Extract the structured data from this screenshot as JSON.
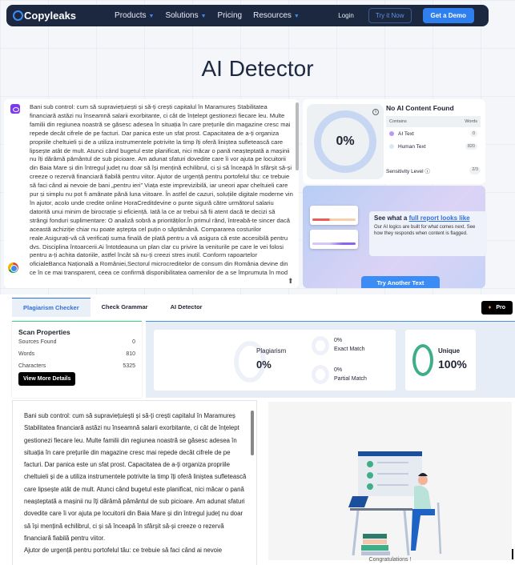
{
  "nav": {
    "logo": "Copyleaks",
    "links": [
      "Products",
      "Solutions",
      "Pricing",
      "Resources"
    ],
    "login": "Login",
    "try": "Try it Now",
    "demo": "Get a Demo"
  },
  "page_title": "AI Detector",
  "ai_input_text": "Bani sub control: cum să supraviețuiești și să-ți crești capitalul în Maramureș Stabilitatea financiară astăzi nu înseamnă salarii exorbitante, ci cât de înțelept gestionezi fiecare leu. Multe familii din regiunea noastră se găsesc adesea în situația în care prețurile din magazine cresc mai repede decât cifrele de pe facturi. Dar panica este un sfat prost. Capacitatea de a-ți organiza propriile cheltuieli și de a utiliza instrumentele potrivite la timp îți oferă liniștea sufletească care lipsește atât de mult. Atunci când bugetul este planificat, nici măcar o pană neașteptată a mașinii nu îți dărâmă pământul de sub picioare. Am adunat sfaturi dovedite care îi vor ajuta pe locuitorii din Baia Mare și din întregul județ nu doar să își mențină echilibrul, ci și să înceapă în sfârșit să-și creeze o rezervă financiară fiabilă pentru viitor. Ajutor de urgență pentru portofelul tău: ce trebuie să faci când ai nevoie de bani „pentru ieri” Viața este imprevizibilă, iar uneori apar cheltuieli care pur și simplu nu pot fi amânate până luna viitoare. În astfel de cazuri, soluțiile digitale moderne vin în ajutor, acolo unde credite online HoraCreditdevine o punte sigură către următorul salariu datorită unui minim de birocrație și eficiență. Iată la ce ar trebui să fii atent dacă te decizi să strângi fonduri suplimentare: O analiză sobră a priorităților.În primul rând, întreabă-te sincer dacă această achiziție chiar nu poate aștepta cel puțin o săptămână. Compararea costurilor reale.Asigurați-vă că verificați suma finală de plată pentru a vă asigura că este accesibilă pentru dvs. Disciplina întoarcerii.Ai întotdeauna un plan clar cu privire la veniturile pe care le vei folosi pentru a-ți achita datoriile, astfel încât să nu-ți creezi stres inutil. Conform rapoartelor oficialeBanca Națională a României,Sectorul microcreditelor de consum din România devine din ce în ce mai transparent, ceea ce confirmă disponibilitatea oamenilor de a se împrumuta în mod responsabil. O abordare inteligentă a creditării vă permite să vă mențineți reputația în fața băncilor și să rezolvați rapid problemele cotidiene. Cum să-ți „îmblânzești”",
  "ai_result": {
    "percent": "0%",
    "heading": "No AI Content Found",
    "col_contains": "Contains",
    "col_words": "Words",
    "ai_text_label": "AI Text",
    "ai_text_words": "0",
    "human_text_label": "Human Text",
    "human_text_words": "820",
    "sensitivity_label": "Sensitivity Level",
    "sensitivity_value": "2/3",
    "colors": {
      "ai": "#b79cf0",
      "human": "#dde6f7"
    }
  },
  "promo": {
    "title_prefix": "See what a ",
    "title_link": "full report looks like",
    "body": "Our AI logics are built for what comes next. See how they responds when content is flagged.",
    "button": "Try Another Text"
  },
  "tabs": [
    "Plagiarism Checker",
    "Check Grammar",
    "AI Detector"
  ],
  "pro": "Pro",
  "scan": {
    "title": "Scan Properties",
    "rows": [
      {
        "label": "Sources Found",
        "value": "0"
      },
      {
        "label": "Words",
        "value": "810"
      },
      {
        "label": "Characters",
        "value": "5325"
      }
    ],
    "button": "View More Details"
  },
  "plag": {
    "plagiarism_label": "Plagiarism",
    "plagiarism_value": "0%",
    "exact_value": "0%",
    "exact_label": "Exact Match",
    "partial_value": "0%",
    "partial_label": "Partial Match",
    "unique_label": "Unique",
    "unique_value": "100%"
  },
  "plag_text": [
    "Bani sub control: cum să supraviețuiești și să-ți crești capitalul în Maramureș",
    "Stabilitatea financiară astăzi nu înseamnă salarii exorbitante, ci cât de înțelept gestionezi fiecare leu. Multe familii din regiunea noastră se găsesc adesea în situația în care prețurile din magazine cresc mai repede decât cifrele de pe facturi. Dar panica este un sfat prost. Capacitatea de a-ți organiza propriile cheltuieli și de a utiliza instrumentele potrivite la timp îți oferă liniștea sufletească care lipsește atât de mult. Atunci când bugetul este planificat, nici măcar o pană neașteptată a mașinii nu îți dărâmă pământul de sub picioare. Am adunat sfaturi dovedite care îi vor ajuta pe locuitorii din Baia Mare și din întregul județ nu doar să își mențină echilibrul, ci și să înceapă în sfârșit să-și creeze o rezervă financiară fiabilă pentru viitor.",
    "Ajutor de urgență pentru portofelul tău: ce trebuie să faci când ai nevoie"
  ],
  "congrats": "Congratulations !"
}
